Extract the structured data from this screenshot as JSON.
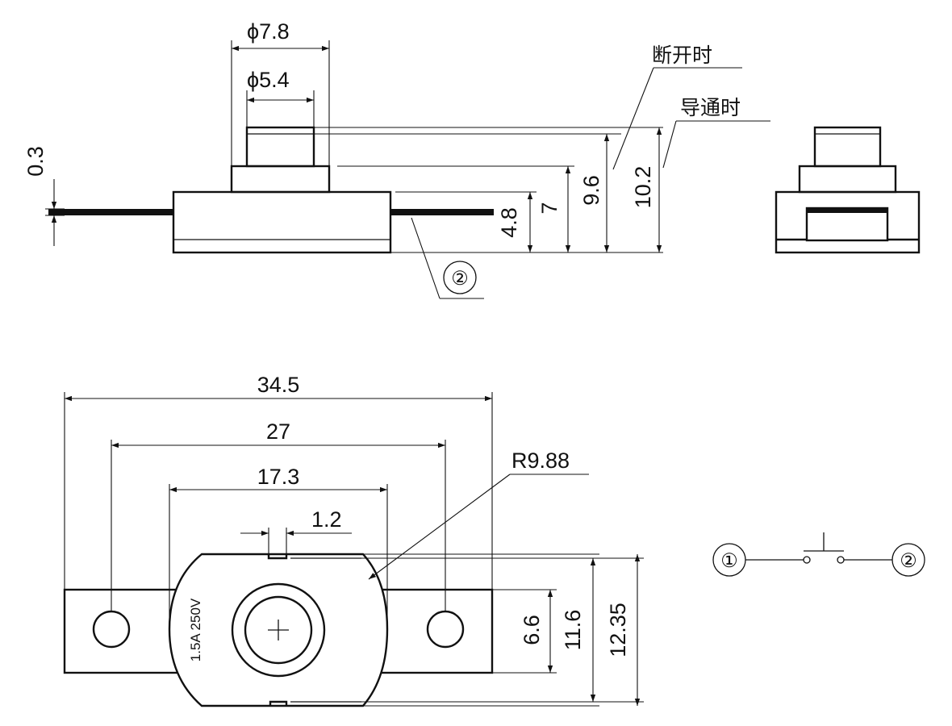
{
  "side_view": {
    "dim_phi_outer": "ϕ7.8",
    "dim_phi_inner": "ϕ5.4",
    "dim_lead": "0.3",
    "dim_body_h": "4.8",
    "dim_step_h": "7",
    "dim_open_h": "9.6",
    "dim_closed_h": "10.2",
    "label_open": "断开时",
    "label_closed": "导通时",
    "terminal_ref": "②"
  },
  "top_view": {
    "dim_total_len": "34.5",
    "dim_hole_pitch": "27",
    "dim_body_len": "17.3",
    "dim_slot": "1.2",
    "dim_radius": "R9.88",
    "dim_tab_w": "6.6",
    "dim_body_w": "11.6",
    "dim_total_w": "12.35",
    "marking_current": "1.5A",
    "marking_voltage": "250V"
  },
  "schematic": {
    "terminal_1": "①",
    "terminal_2": "②"
  }
}
